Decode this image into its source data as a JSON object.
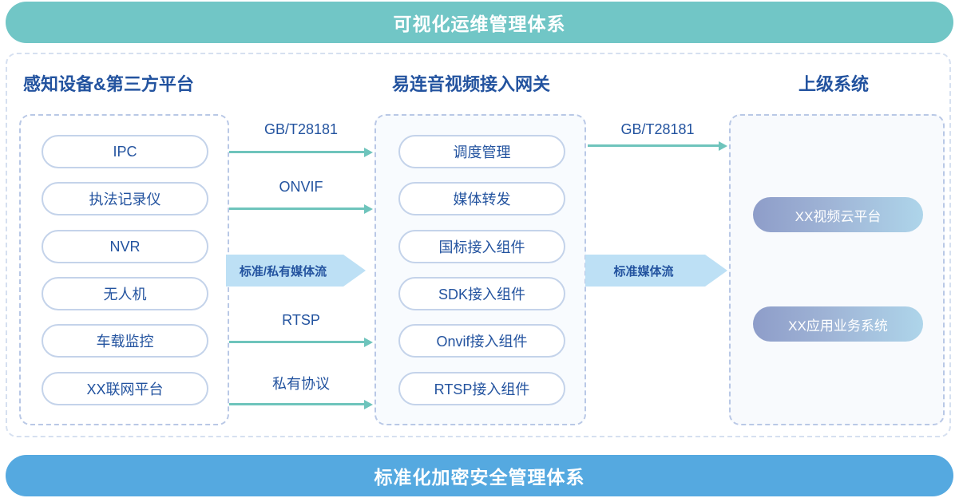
{
  "banners": {
    "top": "可视化运维管理体系",
    "bottom": "标准化加密安全管理体系",
    "top_color": "#71c6c6",
    "bottom_color": "#55a9e0"
  },
  "columns": {
    "left": {
      "header": "感知设备&第三方平台",
      "items": [
        "IPC",
        "执法记录仪",
        "NVR",
        "无人机",
        "车载监控",
        "XX联网平台"
      ]
    },
    "middle": {
      "header": "易连音视频接入网关",
      "items": [
        "调度管理",
        "媒体转发",
        "国标接入组件",
        "SDK接入组件",
        "Onvif接入组件",
        "RTSP接入组件"
      ]
    },
    "right": {
      "header": "上级系统",
      "items": [
        "XX视频云平台",
        "XX应用业务系统"
      ]
    }
  },
  "connectors": {
    "thin_arrows": [
      {
        "label": "GB/T28181"
      },
      {
        "label": "ONVIF"
      },
      {
        "label": "RTSP"
      },
      {
        "label": "私有协议"
      },
      {
        "label": "GB/T28181"
      }
    ],
    "block_arrows": [
      {
        "label": "标准/私有媒体流"
      },
      {
        "label": "标准媒体流"
      }
    ],
    "arrow_color": "#6ec4bc",
    "block_arrow_color": "#bde0f5"
  },
  "theme": {
    "label_blue": "#23539f",
    "pill_border": "#c4d3ea",
    "dashed_border": "#b9c8e6",
    "sys_gradient_start": "#8e9dc9",
    "sys_gradient_end": "#aed5ea"
  }
}
